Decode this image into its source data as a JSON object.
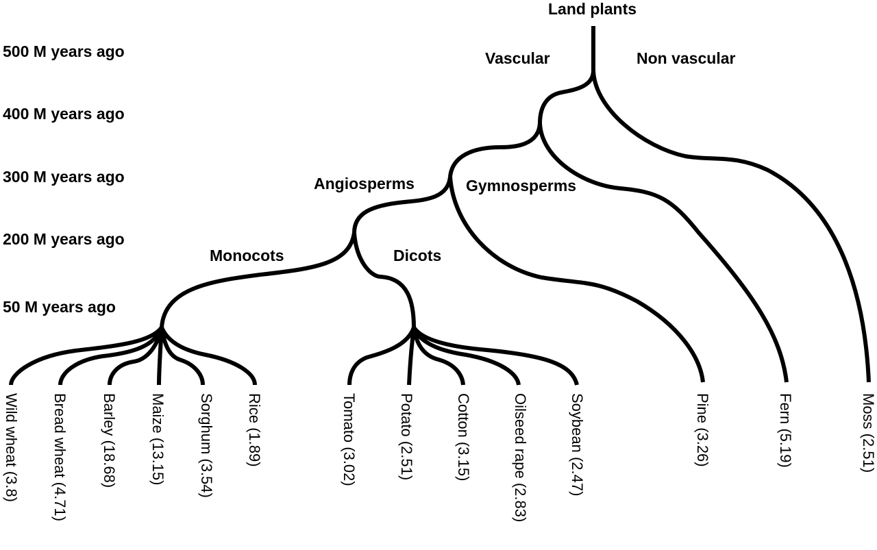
{
  "title": "Land plants",
  "time_axis": [
    {
      "label": "500 M years ago"
    },
    {
      "label": "400 M years ago"
    },
    {
      "label": "300 M years ago"
    },
    {
      "label": "200 M years ago"
    },
    {
      "label": "50 M years ago"
    }
  ],
  "clades": {
    "vascular": "Vascular",
    "non_vascular": "Non vascular",
    "angiosperms": "Angiosperms",
    "gymnosperms": "Gymnosperms",
    "monocots": "Monocots",
    "dicots": "Dicots"
  },
  "leaves": [
    {
      "name": "Wild wheat",
      "value": "3.8",
      "label": "Wild wheat (3.8)",
      "group": "monocots"
    },
    {
      "name": "Bread wheat",
      "value": "4.71",
      "label": "Bread wheat (4.71)",
      "group": "monocots"
    },
    {
      "name": "Barley",
      "value": "18.68",
      "label": "Barley (18.68)",
      "group": "monocots"
    },
    {
      "name": "Maize",
      "value": "13.15",
      "label": "Maize (13.15)",
      "group": "monocots"
    },
    {
      "name": "Sorghum",
      "value": "3.54",
      "label": "Sorghum (3.54)",
      "group": "monocots"
    },
    {
      "name": "Rice",
      "value": "1.89",
      "label": "Rice (1.89)",
      "group": "monocots"
    },
    {
      "name": "Tomato",
      "value": "3.02",
      "label": "Tomato (3.02)",
      "group": "dicots"
    },
    {
      "name": "Potato",
      "value": "2.51",
      "label": "Potato (2.51)",
      "group": "dicots"
    },
    {
      "name": "Cotton",
      "value": "3.15",
      "label": "Cotton (3.15)",
      "group": "dicots"
    },
    {
      "name": "Oilseed rape",
      "value": "2.83",
      "label": "Oilseed rape (2.83)",
      "group": "dicots"
    },
    {
      "name": "Soybean",
      "value": "2.47",
      "label": "Soybean (2.47)",
      "group": "dicots"
    },
    {
      "name": "Pine",
      "value": "3.26",
      "label": "Pine (3.26)",
      "group": "gymnosperms"
    },
    {
      "name": "Fern",
      "value": "5.19",
      "label": "Fern (5.19)",
      "group": "vascular"
    },
    {
      "name": "Moss",
      "value": "2.51",
      "label": "Moss (2.51)",
      "group": "non_vascular"
    }
  ]
}
